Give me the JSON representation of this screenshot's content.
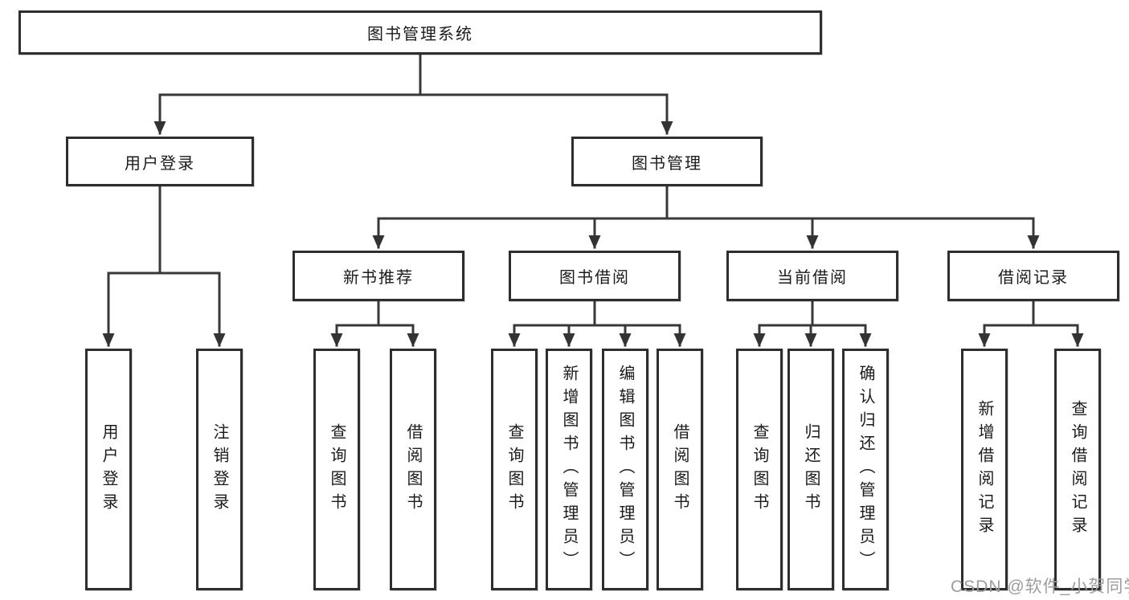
{
  "watermark": "CSDN @软件_小贺同学",
  "tree": {
    "label": "图书管理系统",
    "children": [
      {
        "label": "用户登录",
        "children": [
          {
            "label": "用户登录"
          },
          {
            "label": "注销登录"
          }
        ]
      },
      {
        "label": "图书管理",
        "children": [
          {
            "label": "新书推荐",
            "children": [
              {
                "label": "查询图书"
              },
              {
                "label": "借阅图书"
              }
            ]
          },
          {
            "label": "图书借阅",
            "children": [
              {
                "label": "查询图书"
              },
              {
                "label": "新增图书（管理员）"
              },
              {
                "label": "编辑图书（管理员）"
              },
              {
                "label": "借阅图书"
              }
            ]
          },
          {
            "label": "当前借阅",
            "children": [
              {
                "label": "查询图书"
              },
              {
                "label": "归还图书"
              },
              {
                "label": "确认归还（管理员）"
              }
            ]
          },
          {
            "label": "借阅记录",
            "children": [
              {
                "label": "新增借阅记录"
              },
              {
                "label": "查询借阅记录"
              }
            ]
          }
        ]
      }
    ]
  },
  "style": {
    "line_color": "#383838",
    "arrow_color": "#333333",
    "border_color": "#2e2e2e",
    "text_color": "#1b1b1b",
    "watermark_color": "#9d9d9d"
  }
}
